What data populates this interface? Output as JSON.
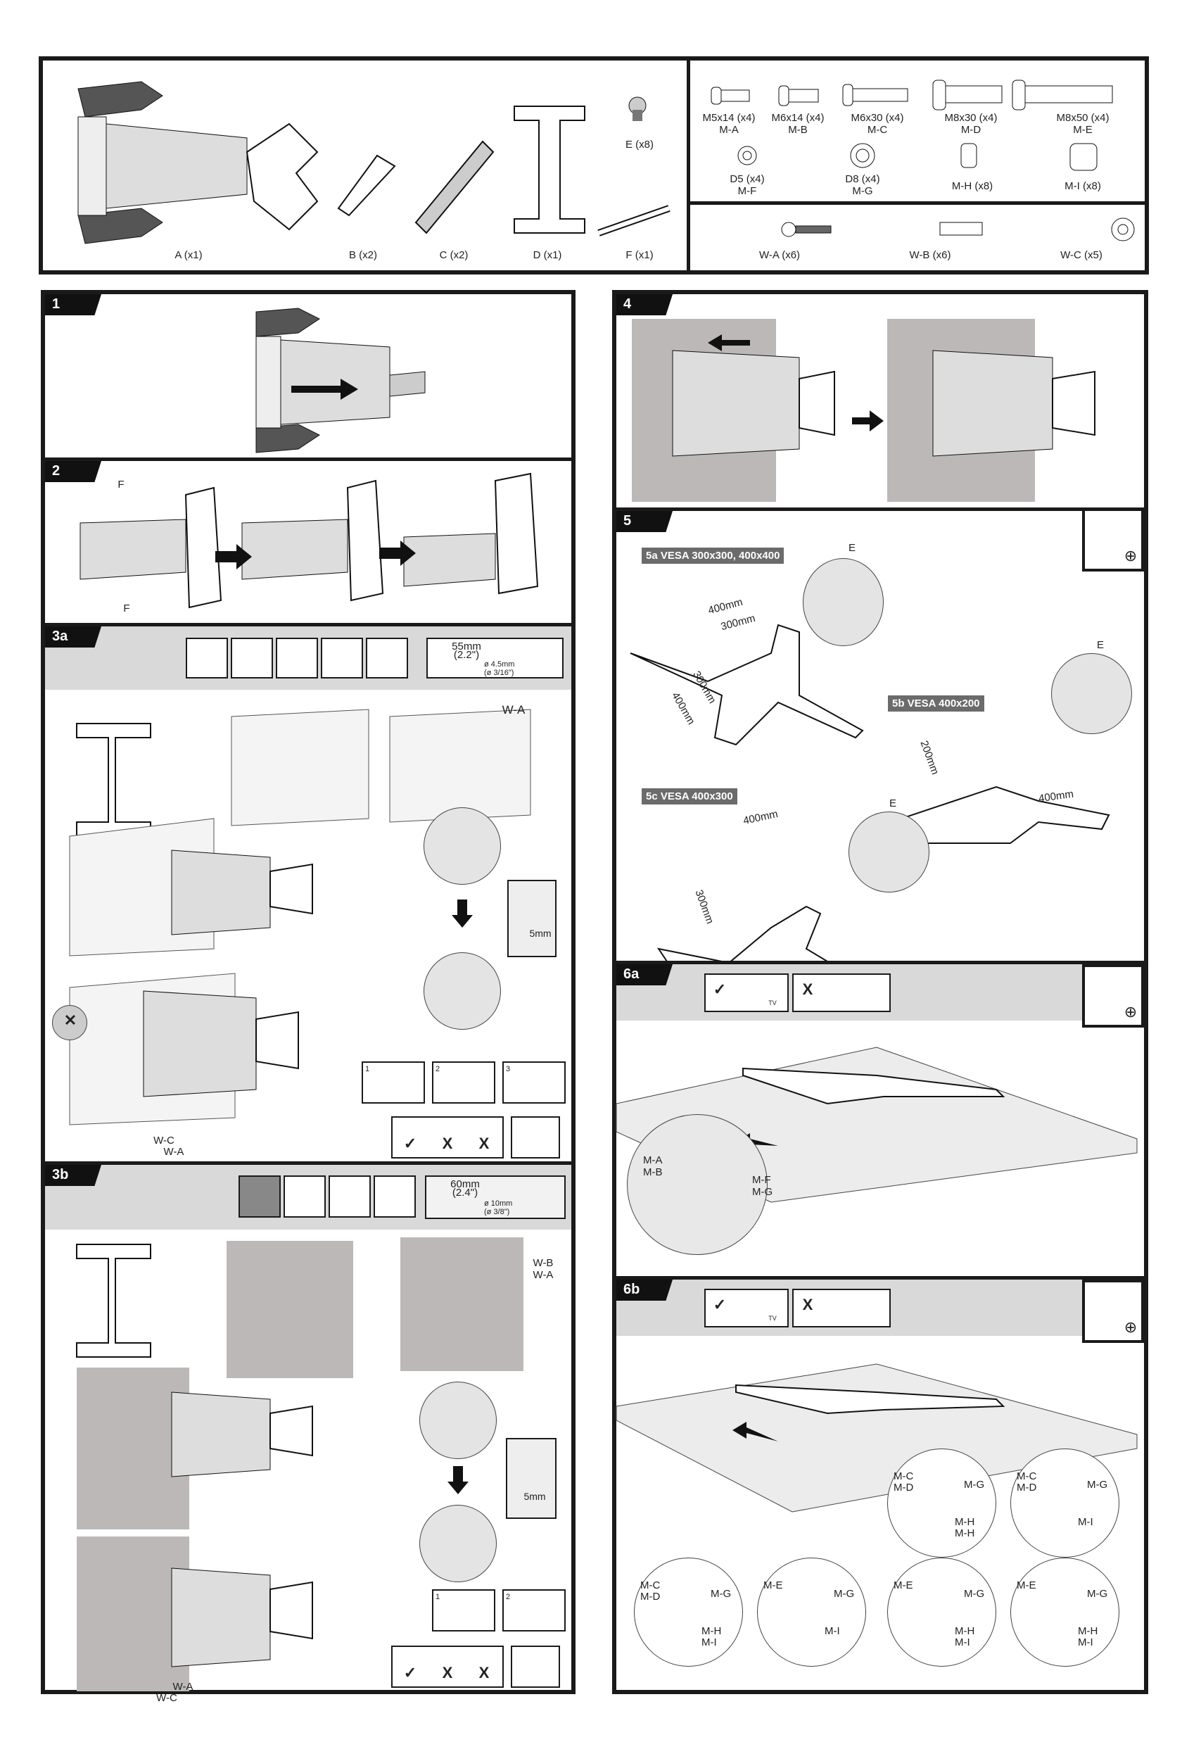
{
  "parts": {
    "main_parts": [
      {
        "label": "A (x1)",
        "name": "wall-arm"
      },
      {
        "label": "B (x2)",
        "name": "bracket-b"
      },
      {
        "label": "C (x2)",
        "name": "bracket-c"
      },
      {
        "label": "D (x1)",
        "name": "wall-plate-template"
      },
      {
        "label": "E (x8)",
        "name": "screw-e"
      },
      {
        "label": "F (x1)",
        "name": "wrench"
      }
    ],
    "screws": [
      {
        "size": "M5x14 (x4)",
        "code": "M-A"
      },
      {
        "size": "M6x14 (x4)",
        "code": "M-B"
      },
      {
        "size": "M6x30 (x4)",
        "code": "M-C"
      },
      {
        "size": "M8x30 (x4)",
        "code": "M-D"
      },
      {
        "size": "M8x50 (x4)",
        "code": "M-E"
      }
    ],
    "washers": [
      {
        "size": "D5 (x4)",
        "code": "M-F"
      },
      {
        "size": "D8 (x4)",
        "code": "M-G"
      },
      {
        "size": "M-H (x8)",
        "code": ""
      },
      {
        "size": "M-I (x8)",
        "code": ""
      }
    ],
    "wall_hardware": [
      "W-A (x6)",
      "W-B (x6)",
      "W-C (x5)"
    ]
  },
  "steps": {
    "s1": {
      "num": "1"
    },
    "s2": {
      "num": "2",
      "labels": [
        "F",
        "F"
      ]
    },
    "s3a": {
      "num": "3a",
      "drill": {
        "depth": "55mm",
        "depth_in": "(2.2\")",
        "dia": "ø 4.5mm",
        "dia_in": "(ø 3/16\")"
      },
      "labels": {
        "wa": "W-A",
        "mm": "5mm",
        "wc": "W-C",
        "wa2": "W-A"
      },
      "checks": [
        "1",
        "2",
        "3"
      ],
      "level": [
        "✓",
        "X",
        "X"
      ]
    },
    "s3b": {
      "num": "3b",
      "drill": {
        "depth": "60mm",
        "depth_in": "(2.4\")",
        "dia": "ø 10mm",
        "dia_in": "(ø 3/8\")"
      },
      "labels": {
        "wb": "W-B",
        "wa": "W-A",
        "mm": "5mm",
        "wa2": "W-A",
        "wc": "W-C"
      },
      "checks": [
        "1",
        "2"
      ],
      "level": [
        "✓",
        "X",
        "X"
      ]
    },
    "s4": {
      "num": "4"
    },
    "s5": {
      "num": "5",
      "a": {
        "title": "5a VESA 300x300, 400x400",
        "d1": "400mm",
        "d2": "300mm",
        "d3": "300mm",
        "d4": "400mm",
        "e": "E"
      },
      "b": {
        "title": "5b VESA 400x200",
        "d1": "200mm",
        "d2": "400mm",
        "e": "E"
      },
      "c": {
        "title": "5c VESA 400x300",
        "d1": "400mm",
        "d2": "300mm",
        "e": "E"
      }
    },
    "s6a": {
      "num": "6a",
      "ok": "✓",
      "no": "X",
      "tv": "TV",
      "labels": [
        "M-A",
        "M-B",
        "M-F",
        "M-G"
      ]
    },
    "s6b": {
      "num": "6b",
      "ok": "✓",
      "no": "X",
      "tv": "TV",
      "details": [
        {
          "top": [
            "M-C",
            "M-D"
          ],
          "g": "M-G",
          "bottom": [
            "M-H",
            "M-H"
          ]
        },
        {
          "top": [
            "M-C",
            "M-D"
          ],
          "g": "M-G",
          "bottom": [
            "M-I"
          ]
        },
        {
          "top": [
            "M-C",
            "M-D"
          ],
          "g": "M-G",
          "bottom": [
            "M-H",
            "M-I"
          ]
        },
        {
          "top": [
            "M-E"
          ],
          "g": "M-G",
          "bottom": [
            "M-I"
          ]
        },
        {
          "top": [
            "M-E"
          ],
          "g": "M-G",
          "bottom": [
            "M-H",
            "M-I"
          ]
        },
        {
          "top": [
            "M-E"
          ],
          "g": "M-G",
          "bottom": [
            "M-H",
            "M-I"
          ]
        }
      ]
    }
  },
  "colors": {
    "frame": "#1a1a1a",
    "band": "#d9d9d9",
    "wall": "#bdb8b8",
    "tag": "#6b6b6b"
  }
}
